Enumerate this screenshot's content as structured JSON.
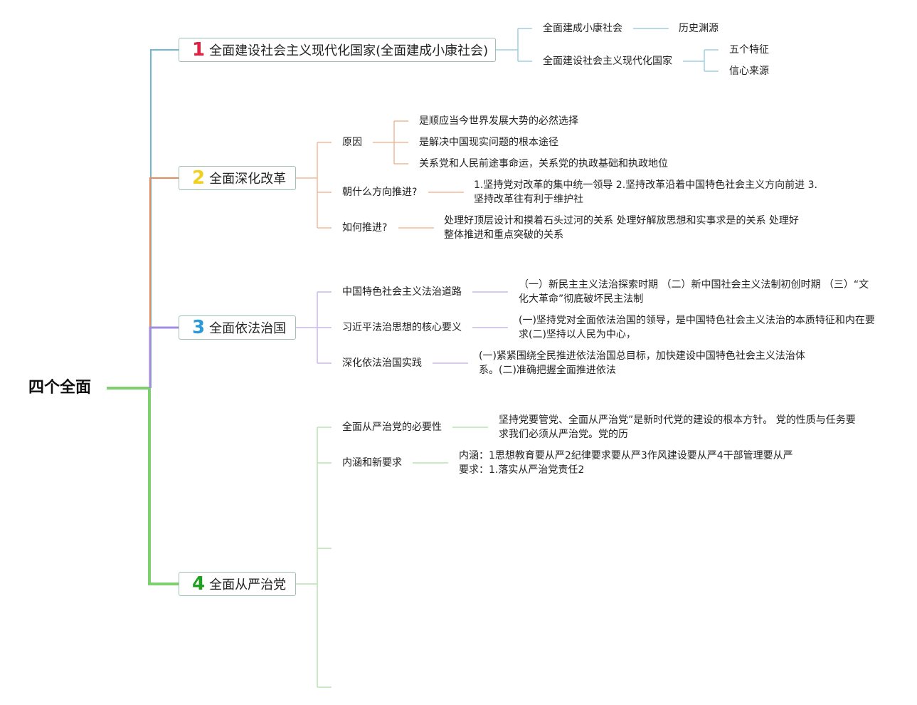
{
  "root": "四个全面",
  "colors": {
    "b1": "#6fb7d0",
    "b2": "#e88a5c",
    "b3": "#a48be0",
    "b4": "#7ed06f"
  },
  "branches": [
    {
      "num": "1",
      "num_color": "#e02040",
      "title": "全面建设社会主义现代化国家(全面建成小康社会)",
      "children": [
        {
          "label": "全面建成小康社会",
          "children": [
            "历史渊源"
          ]
        },
        {
          "label": "全面建设社会主义现代化国家",
          "children": [
            "五个特征",
            "信心来源"
          ]
        }
      ]
    },
    {
      "num": "2",
      "num_color": "#f2d020",
      "title": "全面深化改革",
      "children": [
        {
          "label": "原因",
          "children": [
            "是顺应当今世界发展大势的必然选择",
            "是解决中国现实问题的根本途径",
            "关系党和人民前途事命运，关系党的执政基础和执政地位"
          ]
        },
        {
          "label": "朝什么方向推进?",
          "text": "1.坚持党对改革的集中统一领导 2.坚持改革沿着中国特色社会主义方向前进 3.坚持改革往有利于维护社"
        },
        {
          "label": "如何推进?",
          "text": "处理好顶层设计和摸着石头过河的关系 处理好解放思想和实事求是的关系 处理好整体推进和重点突破的关系"
        }
      ]
    },
    {
      "num": "3",
      "num_color": "#2a9ad8",
      "title": "全面依法治国",
      "children": [
        {
          "label": "中国特色社会主义法治道路",
          "text": "（一）新民主主义法治探索时期 （二）新中国社会主义法制初创时期 （三）“文化大革命”彻底破坏民主法制"
        },
        {
          "label": "习近平法治思想的核心要义",
          "text": "(一)坚持党对全面依法治国的领导，是中国特色社会主义法治的本质特征和内在要求(二)坚持以人民为中心，"
        },
        {
          "label": "深化依法治国实践",
          "text": "(一)紧紧围绕全民推进依法治国总目标，加快建设中国特色社会主义法治体系。(二)准确把握全面推进依法"
        }
      ]
    },
    {
      "num": "4",
      "num_color": "#20a020",
      "title": "全面从严治党",
      "children": [
        {
          "label": "全面从严治党的必要性",
          "text": "坚持党要管党、全面从严治党”是新时代党的建设的根本方针。 党的性质与任务要求我们必须从严治党。党的历"
        },
        {
          "label": "内涵和新要求",
          "text": "内涵：1思想教育要从严2纪律要求要从严3作风建设要从严4干部管理要从严 要求：1.落实从严治党责任2"
        }
      ]
    }
  ]
}
